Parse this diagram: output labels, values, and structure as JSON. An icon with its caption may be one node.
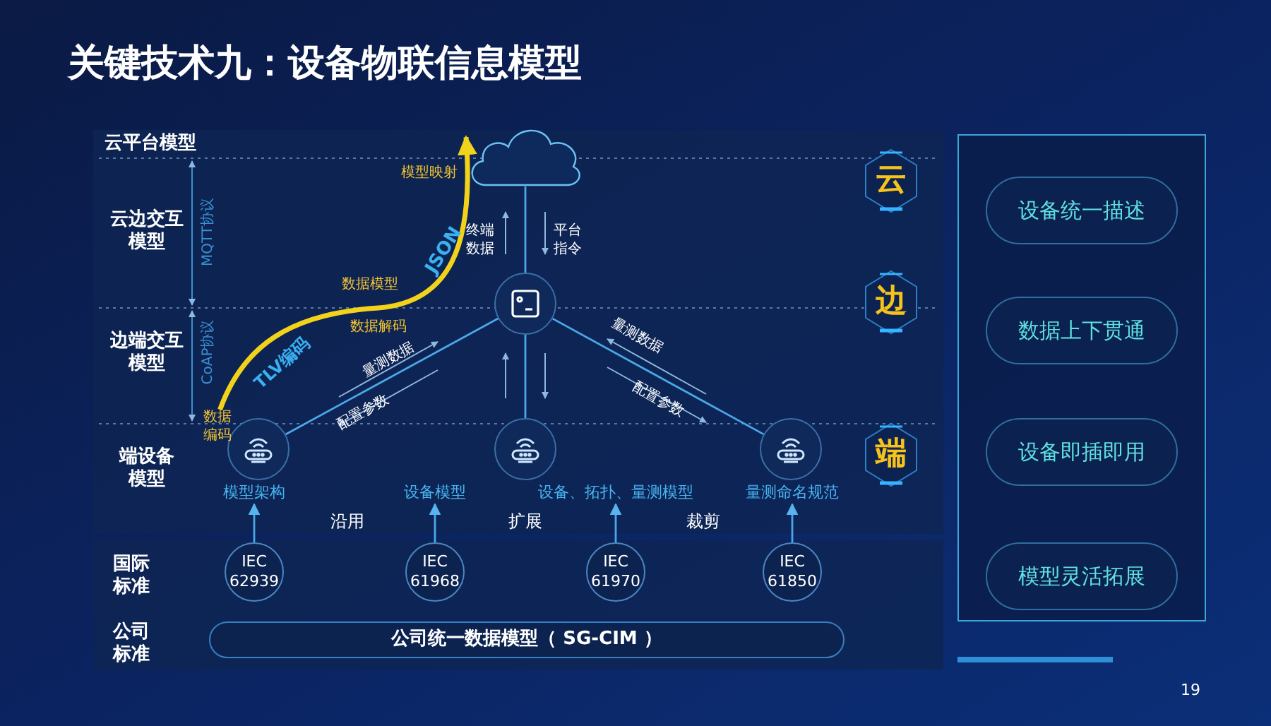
{
  "diagram": {
    "title": "关键技术九：设备物联信息模型",
    "nodes": [
      {
        "text": [],
        "shape": "cloud"
      },
      {
        "text": [],
        "shape": "circle"
      },
      {
        "text": [],
        "shape": "circle"
      },
      {
        "text": [],
        "shape": "circle"
      },
      {
        "text": [],
        "shape": "circle"
      },
      {
        "text": [
          "模型架构"
        ]
      },
      {
        "text": [
          "设备模型"
        ]
      },
      {
        "text": [
          "设备、拓扑、量测模型"
        ]
      },
      {
        "text": [
          "量测命名规范"
        ]
      },
      {
        "text": [
          "IEC 62939"
        ]
      },
      {
        "text": [
          "IEC 61968"
        ]
      },
      {
        "text": [
          "IEC 61970"
        ]
      },
      {
        "text": [
          "IEC 61850"
        ]
      },
      {
        "text": [
          "公司统一数据模型（ SG-CIM ）"
        ]
      },
      {
        "text": [],
        "shape": "box"
      },
      {
        "text": [
          "设备统一描述"
        ],
        "in": 14
      },
      {
        "text": [
          "数据上下贯通"
        ],
        "in": 14
      },
      {
        "text": [
          "设备即插即用"
        ],
        "in": 14
      },
      {
        "text": [
          "模型灵活拓展"
        ],
        "in": 14
      },
      {
        "text": [
          "云"
        ]
      },
      {
        "text": [
          "边"
        ]
      },
      {
        "text": [
          "端"
        ]
      },
      {
        "text": [
          "数据编码"
        ]
      }
    ],
    "edges": [
      {
        "from": 22,
        "to": 0,
        "arrow": "to",
        "style": "thick",
        "color": "#f2d21b"
      },
      {
        "from": 1,
        "to": 0,
        "arrow": "none"
      },
      {
        "from": 1,
        "to": 2,
        "arrow": "none"
      },
      {
        "from": 1,
        "to": 3,
        "arrow": "none"
      },
      {
        "from": 1,
        "to": 4,
        "arrow": "none"
      },
      {
        "from": 9,
        "to": 5,
        "arrow": "to"
      },
      {
        "from": 10,
        "to": 6,
        "arrow": "to"
      },
      {
        "from": 11,
        "to": 7,
        "arrow": "to"
      },
      {
        "from": 12,
        "to": 8,
        "arrow": "to"
      }
    ],
    "labels": [
      "云平台模型",
      "模型映射",
      "云边交互模型",
      "MQTT协议",
      "终端数据",
      "平台指令",
      "JSON",
      "数据模型",
      "数据解码",
      "边端交互模型",
      "CoAP协议",
      "TLV编码",
      "量测数据",
      "量测数据",
      "配置参数",
      "配置参数",
      "端设备模型",
      "沿用",
      "扩展",
      "裁剪",
      "国际标准",
      "公司标准",
      "19"
    ]
  }
}
